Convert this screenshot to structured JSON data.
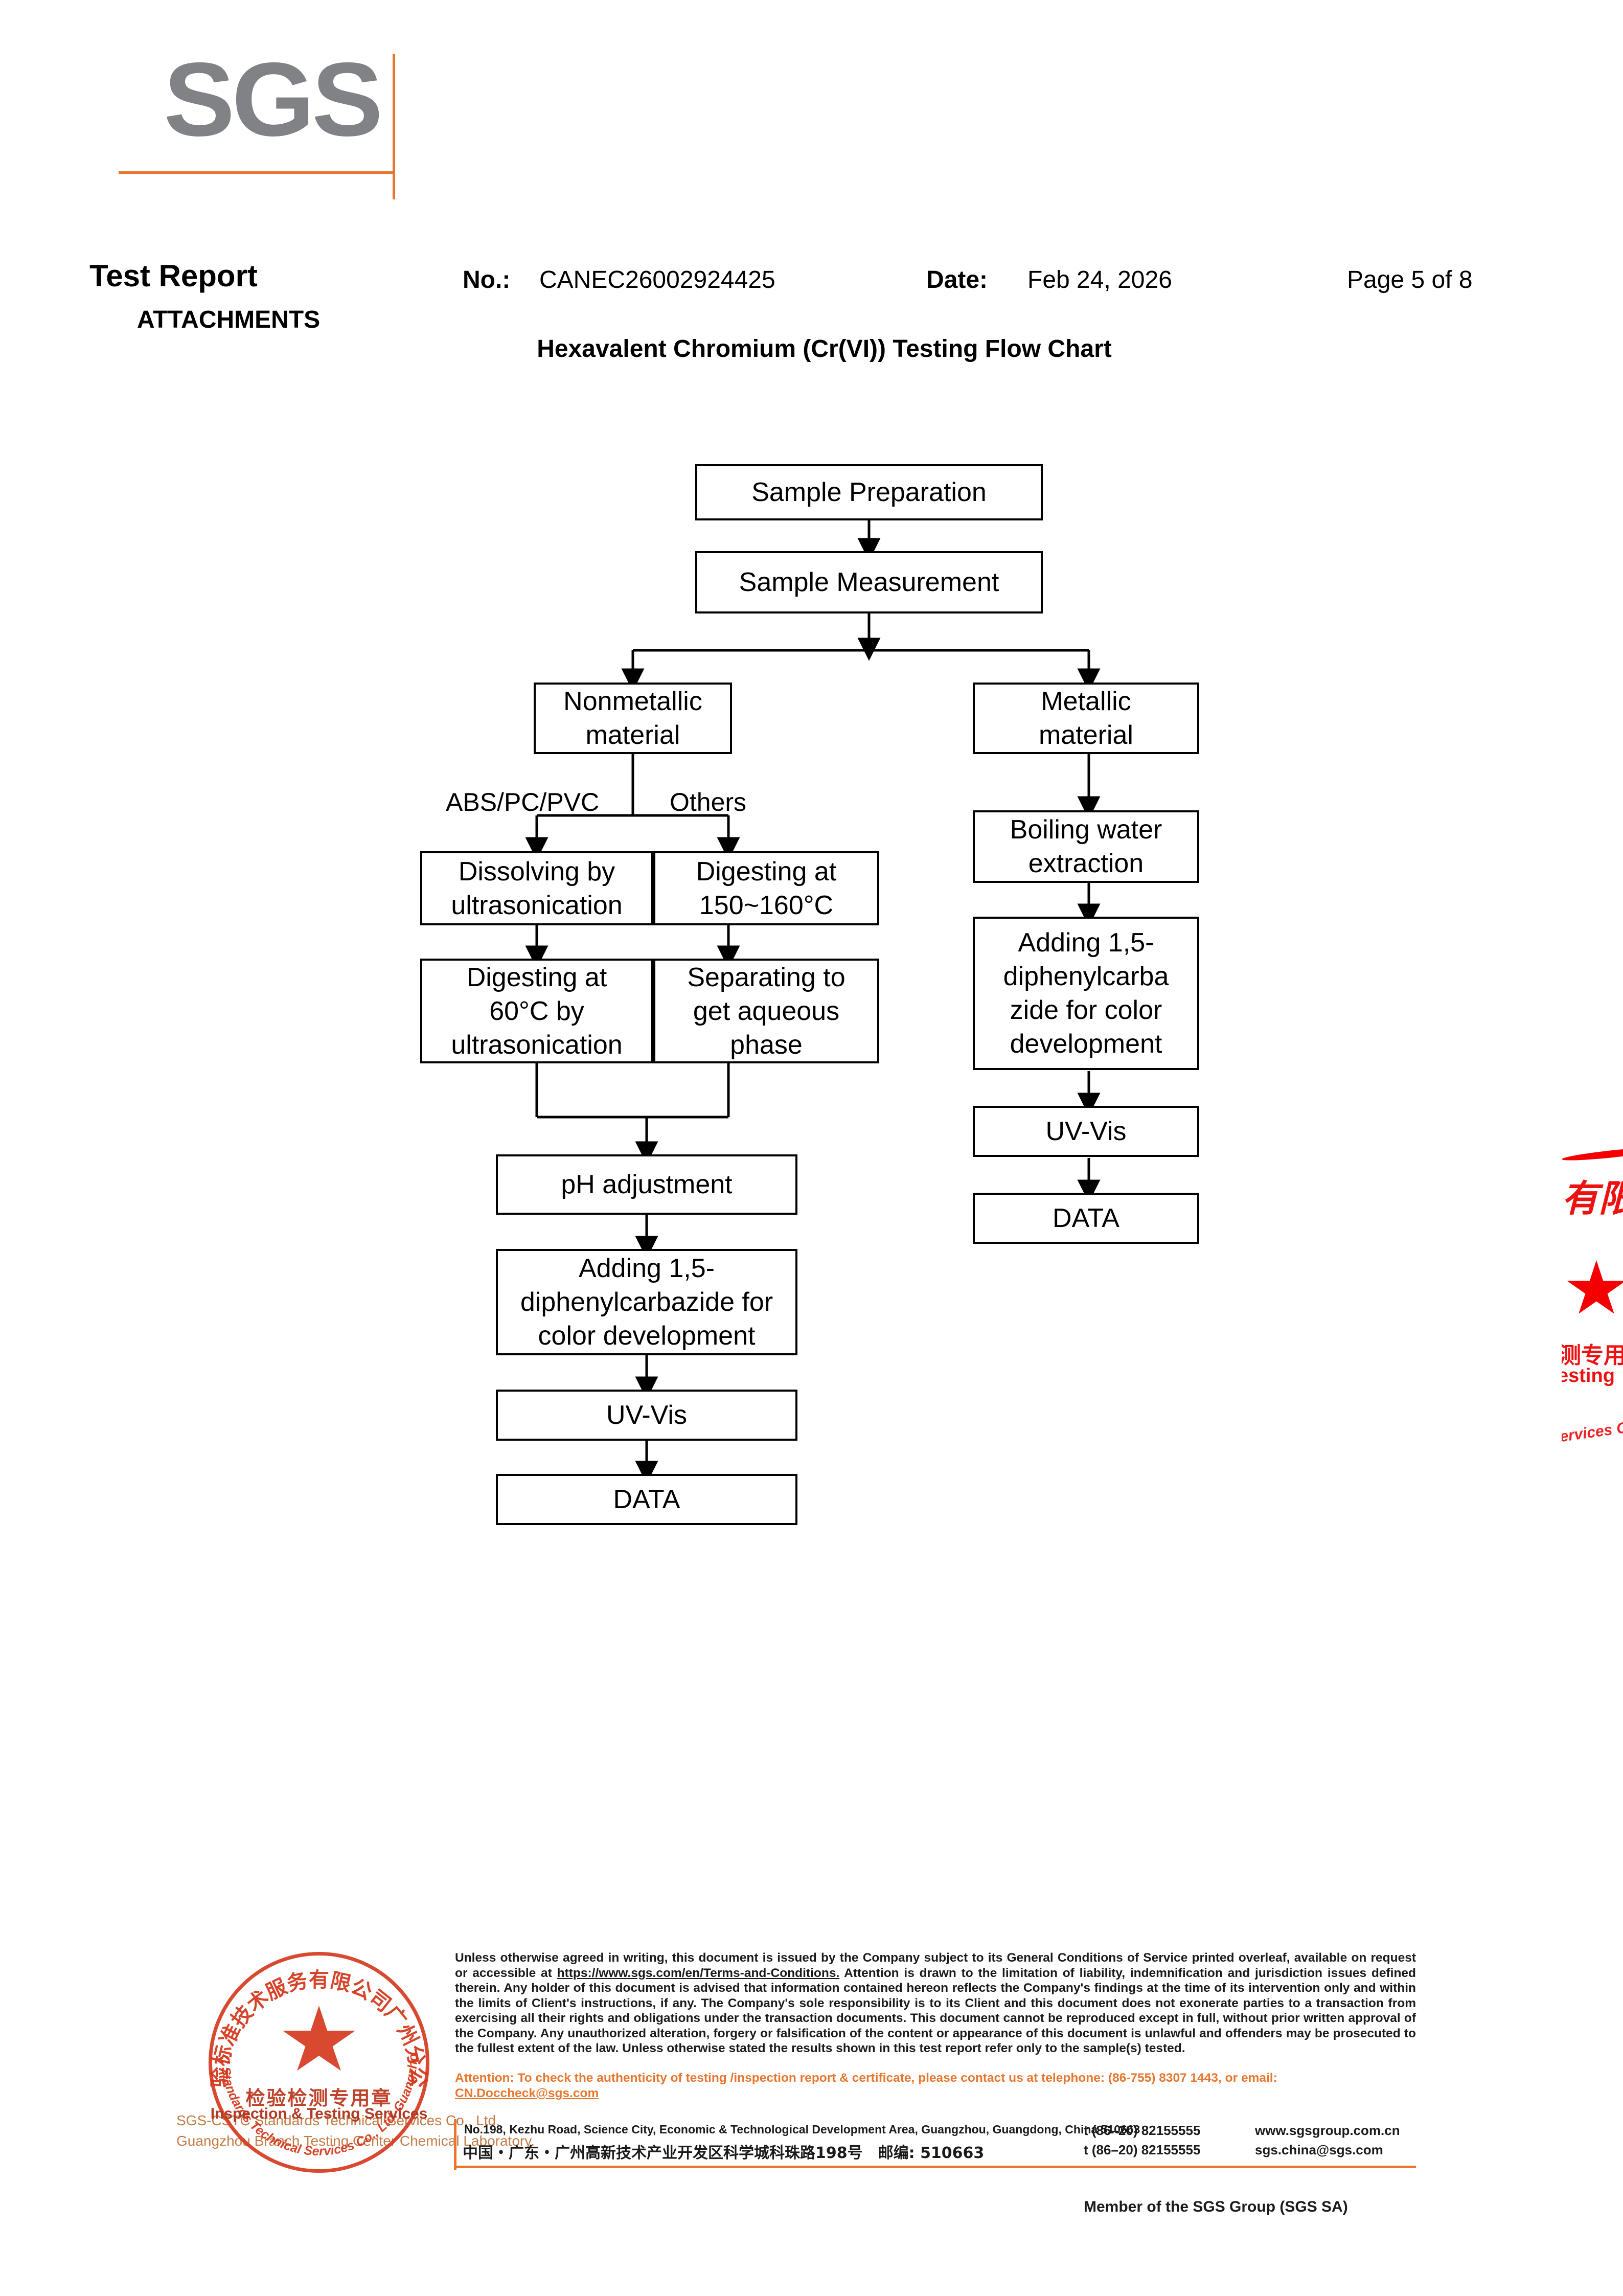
{
  "brand": {
    "logo_text": "SGS",
    "logo_color": "#808285",
    "accent_color": "#e8762d"
  },
  "header": {
    "title": "Test Report",
    "subtitle": "ATTACHMENTS",
    "no_label": "No.:",
    "no_value": "CANEC26002924425",
    "date_label": "Date:",
    "date_value": "Feb 24, 2026",
    "page_value": "Page 5 of 8",
    "chart_title": "Hexavalent Chromium (Cr(VI)) Testing Flow Chart"
  },
  "flowchart": {
    "nodes": {
      "sample_preparation": "Sample Preparation",
      "sample_measurement": "Sample Measurement",
      "nonmetallic_material": "Nonmetallic\nmaterial",
      "metallic_material": "Metallic\nmaterial",
      "dissolving_ultrasonication": "Dissolving by\nultrasonication",
      "digesting_150_160": "Digesting at\n150~160°C",
      "digesting_60_ultrasonication": "Digesting at\n60°C by\nultrasonication",
      "separating_aqueous": "Separating to\nget aqueous\nphase",
      "ph_adjustment": "pH adjustment",
      "adding_dpc_left": "Adding 1,5-\ndiphenylcarbazide for\ncolor development",
      "uvvis_left": "UV-Vis",
      "data_left": "DATA",
      "boiling_water_extraction": "Boiling water\nextraction",
      "adding_dpc_right": "Adding 1,5-\ndiphenylcarba\nzide for color\ndevelopment",
      "uvvis_right": "UV-Vis",
      "data_right": "DATA"
    },
    "edge_labels": {
      "abs_pc_pvc": "ABS/PC/PVC",
      "others": "Others"
    }
  },
  "stamp": {
    "cn_arc_top": "准技术服务有限公司广",
    "cn_arc_left": "检",
    "cn_center": "检验检测专用章",
    "en_center": "Inspection & Testing Services",
    "en_arc": "SGS-CSTC Standards Technical Services Co., Ltd. Guangzhou Branch"
  },
  "edge_stamp": {
    "cn_line1": "有限公",
    "cn_line2": "测专用",
    "en_line1": "esting",
    "en_line2": "ervices C"
  },
  "lab_name": {
    "line1": "SGS-CSTC Standards Technical  Services Co., Ltd.",
    "line2": "Guangzhou Branch Testing Center Chemical Laboratory."
  },
  "footer": {
    "legal_part1": "Unless otherwise agreed in writing, this document is issued by the Company subject to its General Conditions of Service printed overleaf, available on request or accessible at ",
    "legal_link": "https://www.sgs.com/en/Terms-and-Conditions.",
    "legal_part2": " Attention is drawn to the limitation of liability, indemnification and jurisdiction issues defined therein. Any holder of this document is advised that information contained hereon reflects the Company's findings at the time of its intervention only and within the limits of Client's instructions, if any. The Company's sole responsibility is to its Client and this document does not exonerate parties to a transaction from exercising all their rights and obligations under the transaction documents. This document cannot be reproduced except in full, without prior written approval of the Company. Any unauthorized alteration, forgery or falsification of the content or appearance of this document is unlawful and offenders may be prosecuted to the fullest extent of the law. Unless otherwise stated the results shown in this test report refer only to the sample(s) tested.",
    "attention_part1": "Attention: To check the authenticity of testing /inspection report & certificate, please contact us at telephone: (86-755) 8307 1443, or email: ",
    "attention_email": "CN.Doccheck@sgs.com",
    "address_en": "No.198, Kezhu Road, Science City, Economic & Technological Development Area, Guangzhou, Guangdong, China 510663",
    "address_cn": "中国・广东・广州高新技术产业开发区科学城科珠路198号　邮编: 510663",
    "tel_1": "t (86–20) 82155555",
    "tel_2": "t (86–20) 82155555",
    "web_1": "www.sgsgroup.com.cn",
    "web_2": "sgs.china@sgs.com",
    "member": "Member of the SGS Group (SGS SA)"
  }
}
